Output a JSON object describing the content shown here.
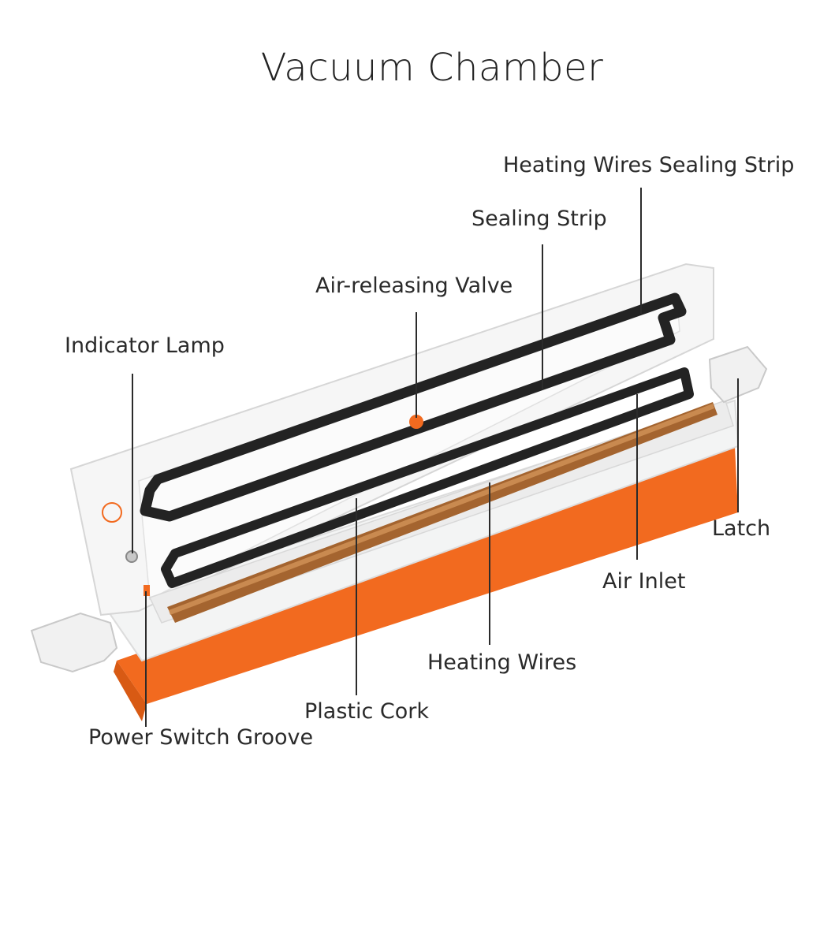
{
  "title": "Vacuum Chamber",
  "callouts": {
    "heating_wires_sealing_strip": "Heating Wires Sealing Strip",
    "sealing_strip": "Sealing Strip",
    "air_releasing_valve": "Air-releasing Valve",
    "indicator_lamp": "Indicator Lamp",
    "latch": "Latch",
    "air_inlet": "Air Inlet",
    "heating_wires": "Heating Wires",
    "plastic_cork": "Plastic Cork",
    "power_switch_groove": "Power Switch Groove"
  },
  "colors": {
    "accent": "#f26a1f",
    "body": "#f4f5f5",
    "gasket": "#232323",
    "heating_strip": "#a4642f",
    "leader_line": "#2b2b2b"
  }
}
